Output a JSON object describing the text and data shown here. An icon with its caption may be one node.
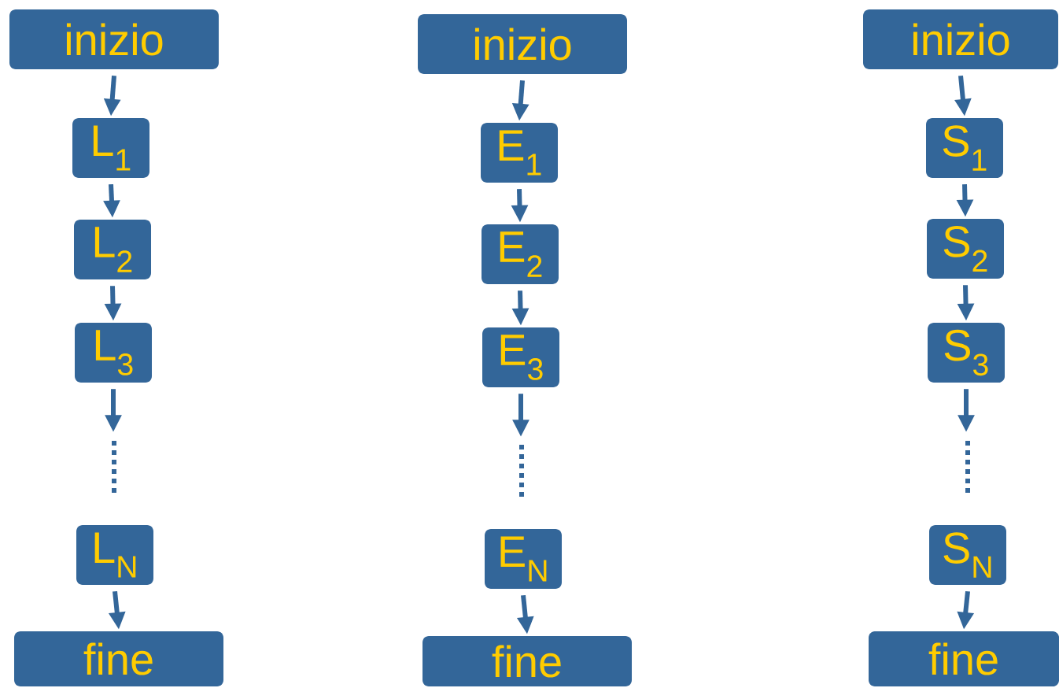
{
  "diagram": {
    "nodes": [
      {
        "text": [
          "inizio"
        ]
      },
      {
        "text": [
          "L$_{1}$"
        ]
      },
      {
        "text": [
          "L$_{2}$"
        ]
      },
      {
        "text": [
          "L$_{3}$"
        ]
      },
      {
        "text": [
          "L$_{N}$"
        ]
      },
      {
        "text": [
          "fine"
        ]
      },
      {
        "text": [
          "inizio"
        ]
      },
      {
        "text": [
          "E$_{1}$"
        ]
      },
      {
        "text": [
          "E$_{2}$"
        ]
      },
      {
        "text": [
          "E$_{3}$"
        ]
      },
      {
        "text": [
          "E$_{N}$"
        ]
      },
      {
        "text": [
          "fine"
        ]
      },
      {
        "text": [
          "inizio"
        ]
      },
      {
        "text": [
          "S$_{1}$"
        ]
      },
      {
        "text": [
          "S$_{2}$"
        ]
      },
      {
        "text": [
          "S$_{3}$"
        ]
      },
      {
        "text": [
          "S$_{N}$"
        ]
      },
      {
        "text": [
          "fine"
        ]
      }
    ],
    "edges": [
      {
        "from": 0,
        "to": 1,
        "arrow": "to"
      },
      {
        "from": 1,
        "to": 2,
        "arrow": "to"
      },
      {
        "from": 2,
        "to": 3,
        "arrow": "to"
      },
      {
        "from": 3,
        "to": null,
        "arrow": "to"
      },
      {
        "from": 4,
        "to": 5,
        "arrow": "to"
      },
      {
        "from": 6,
        "to": 7,
        "arrow": "to"
      },
      {
        "from": 7,
        "to": 8,
        "arrow": "to"
      },
      {
        "from": 8,
        "to": 9,
        "arrow": "to"
      },
      {
        "from": 9,
        "to": null,
        "arrow": "to"
      },
      {
        "from": 10,
        "to": 11,
        "arrow": "to"
      },
      {
        "from": 12,
        "to": 13,
        "arrow": "to"
      },
      {
        "from": 13,
        "to": 14,
        "arrow": "to"
      },
      {
        "from": 14,
        "to": 15,
        "arrow": "to"
      },
      {
        "from": 15,
        "to": null,
        "arrow": "to"
      },
      {
        "from": 16,
        "to": 17,
        "arrow": "to"
      }
    ]
  }
}
